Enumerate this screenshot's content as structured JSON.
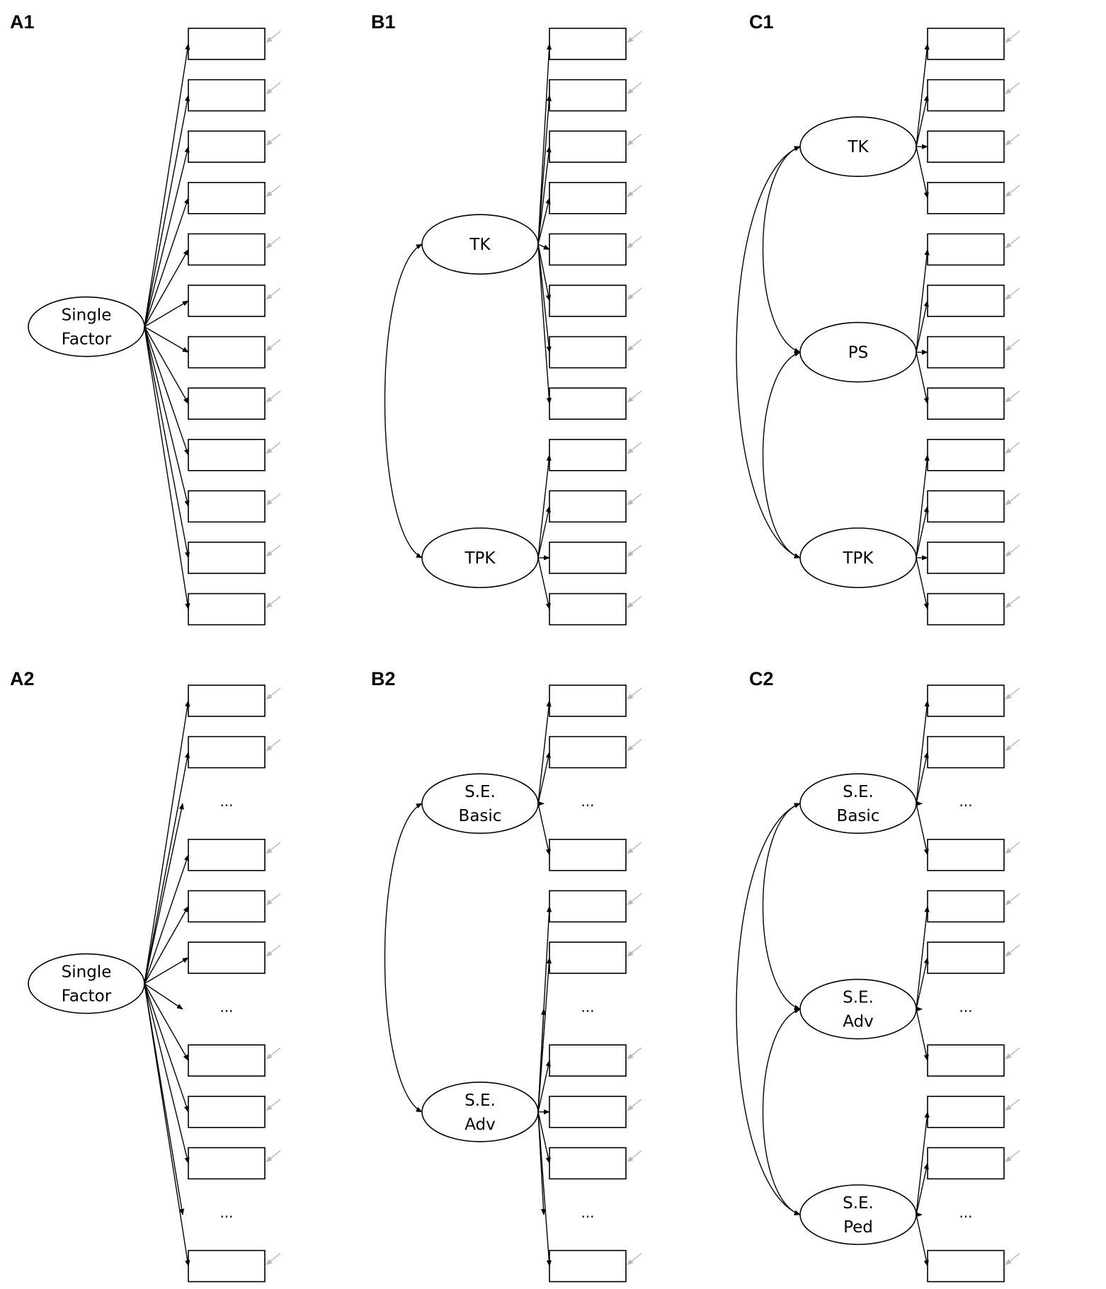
{
  "panels": [
    {
      "id": "A1",
      "label": "A1",
      "col": 0,
      "row": 0,
      "factors": [
        {
          "lines": [
            "Single",
            "Factor"
          ],
          "slot": 6
        }
      ],
      "items": [
        "box",
        "box",
        "box",
        "box",
        "box",
        "box",
        "box",
        "box",
        "box",
        "box",
        "box",
        "box"
      ],
      "groups": [
        {
          "factor": 0,
          "items": [
            0,
            1,
            2,
            3,
            4,
            5,
            6,
            7,
            8,
            9,
            10,
            11
          ]
        }
      ],
      "covariances": []
    },
    {
      "id": "B1",
      "label": "B1",
      "col": 1,
      "row": 0,
      "factors": [
        {
          "lines": [
            "TK"
          ],
          "slot": 3.9
        },
        {
          "lines": [
            "TPK"
          ],
          "slot": 10
        }
      ],
      "items": [
        "box",
        "box",
        "box",
        "box",
        "box",
        "box",
        "box",
        "box",
        "box",
        "box",
        "box",
        "box"
      ],
      "groups": [
        {
          "factor": 0,
          "items": [
            0,
            1,
            2,
            3,
            4,
            5,
            6,
            7
          ]
        },
        {
          "factor": 1,
          "items": [
            8,
            9,
            10,
            11
          ]
        }
      ],
      "covariances": [
        {
          "from": 0,
          "to": 1
        }
      ]
    },
    {
      "id": "C1",
      "label": "C1",
      "col": 2,
      "row": 0,
      "factors": [
        {
          "lines": [
            "TK"
          ],
          "slot": 2
        },
        {
          "lines": [
            "PS"
          ],
          "slot": 6
        },
        {
          "lines": [
            "TPK"
          ],
          "slot": 10
        }
      ],
      "items": [
        "box",
        "box",
        "box",
        "box",
        "box",
        "box",
        "box",
        "box",
        "box",
        "box",
        "box",
        "box"
      ],
      "groups": [
        {
          "factor": 0,
          "items": [
            0,
            1,
            2,
            3
          ]
        },
        {
          "factor": 1,
          "items": [
            4,
            5,
            6,
            7
          ]
        },
        {
          "factor": 2,
          "items": [
            8,
            9,
            10,
            11
          ]
        }
      ],
      "covariances": [
        {
          "from": 0,
          "to": 1
        },
        {
          "from": 1,
          "to": 2
        },
        {
          "from": 0,
          "to": 2
        }
      ]
    },
    {
      "id": "A2",
      "label": "A2",
      "col": 0,
      "row": 1,
      "factors": [
        {
          "lines": [
            "Single",
            "Factor"
          ],
          "slot": 6
        }
      ],
      "items": [
        "box",
        "box",
        "dots",
        "box",
        "box",
        "box",
        "dots",
        "box",
        "box",
        "box",
        "dots",
        "box"
      ],
      "groups": [
        {
          "factor": 0,
          "items": [
            0,
            1,
            2,
            3,
            4,
            5,
            6,
            7,
            8,
            9,
            10,
            11
          ]
        }
      ],
      "covariances": []
    },
    {
      "id": "B2",
      "label": "B2",
      "col": 1,
      "row": 1,
      "factors": [
        {
          "lines": [
            "S.E.",
            "Basic"
          ],
          "slot": 2
        },
        {
          "lines": [
            "S.E.",
            "Adv"
          ],
          "slot": 8
        }
      ],
      "items": [
        "box",
        "box",
        "dots",
        "box",
        "box",
        "box",
        "dots",
        "box",
        "box",
        "box",
        "dots",
        "box"
      ],
      "groups": [
        {
          "factor": 0,
          "items": [
            0,
            1,
            2,
            3
          ]
        },
        {
          "factor": 1,
          "items": [
            4,
            5,
            6,
            7,
            8,
            9,
            10,
            11
          ]
        }
      ],
      "covariances": [
        {
          "from": 0,
          "to": 1
        }
      ]
    },
    {
      "id": "C2",
      "label": "C2",
      "col": 2,
      "row": 1,
      "factors": [
        {
          "lines": [
            "S.E.",
            "Basic"
          ],
          "slot": 2
        },
        {
          "lines": [
            "S.E.",
            "Adv"
          ],
          "slot": 6
        },
        {
          "lines": [
            "S.E.",
            "Ped"
          ],
          "slot": 10
        }
      ],
      "items": [
        "box",
        "box",
        "dots",
        "box",
        "box",
        "box",
        "dots",
        "box",
        "box",
        "box",
        "dots",
        "box"
      ],
      "groups": [
        {
          "factor": 0,
          "items": [
            0,
            1,
            2,
            3
          ]
        },
        {
          "factor": 1,
          "items": [
            4,
            5,
            6,
            7
          ]
        },
        {
          "factor": 2,
          "items": [
            8,
            9,
            10,
            11
          ]
        }
      ],
      "covariances": [
        {
          "from": 0,
          "to": 1
        },
        {
          "from": 1,
          "to": 2
        },
        {
          "from": 0,
          "to": 2
        }
      ]
    }
  ],
  "dots_text": "...",
  "colors": {
    "line": "#000000",
    "error_arrow": "#b8b8b8",
    "background": "#ffffff"
  }
}
